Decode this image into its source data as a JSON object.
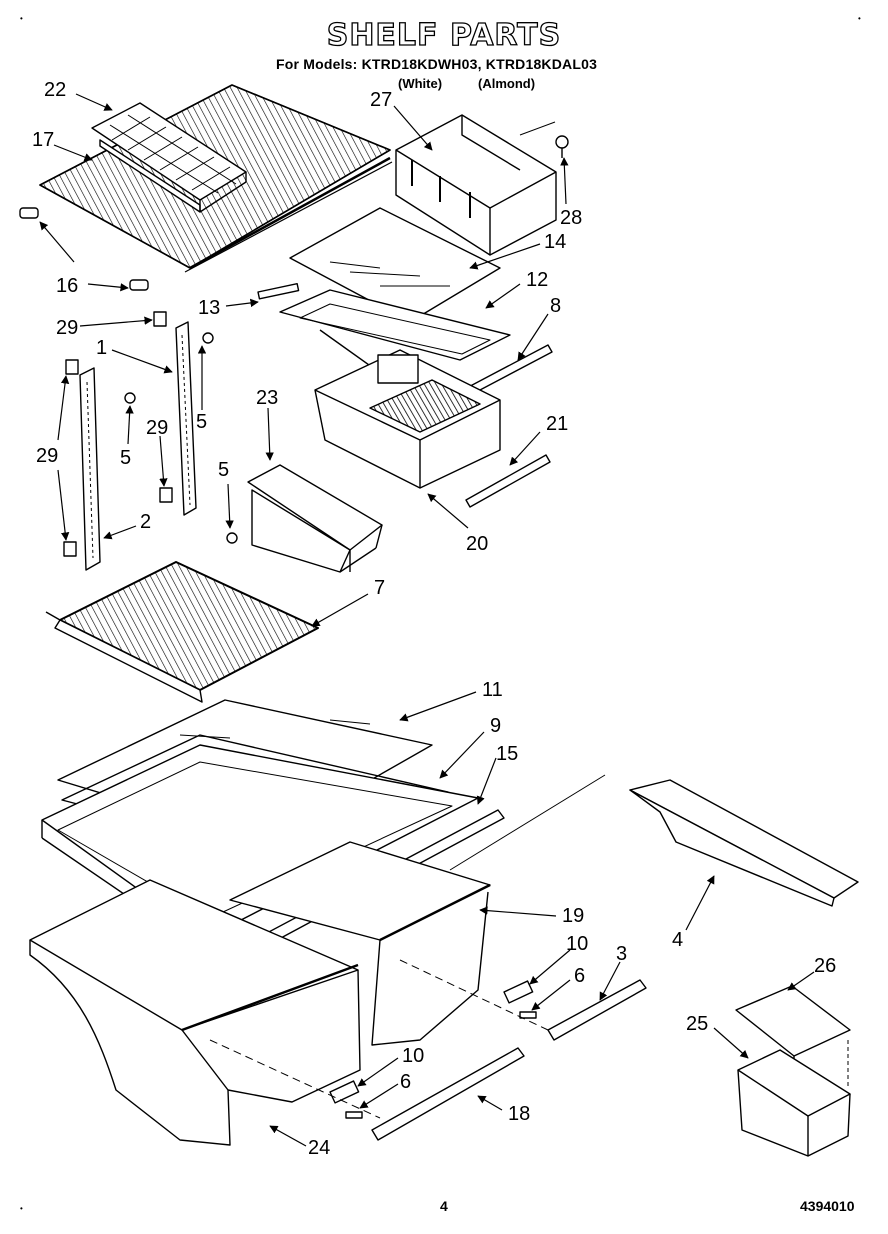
{
  "header": {
    "title": "SHELF PARTS",
    "models_line": "For Models: KTRD18KDWH03, KTRD18KDAL03",
    "white": "(White)",
    "almond": "(Almond)"
  },
  "callouts": [
    "22",
    "17",
    "16",
    "27",
    "28",
    "14",
    "12",
    "13",
    "8",
    "29",
    "1",
    "5",
    "5",
    "29",
    "29",
    "2",
    "5",
    "23",
    "20",
    "21",
    "7",
    "11",
    "9",
    "15",
    "19",
    "10",
    "6",
    "3",
    "4",
    "26",
    "25",
    "10",
    "6",
    "18",
    "24"
  ],
  "footer": {
    "page_number": "4",
    "doc_number": "4394010"
  }
}
